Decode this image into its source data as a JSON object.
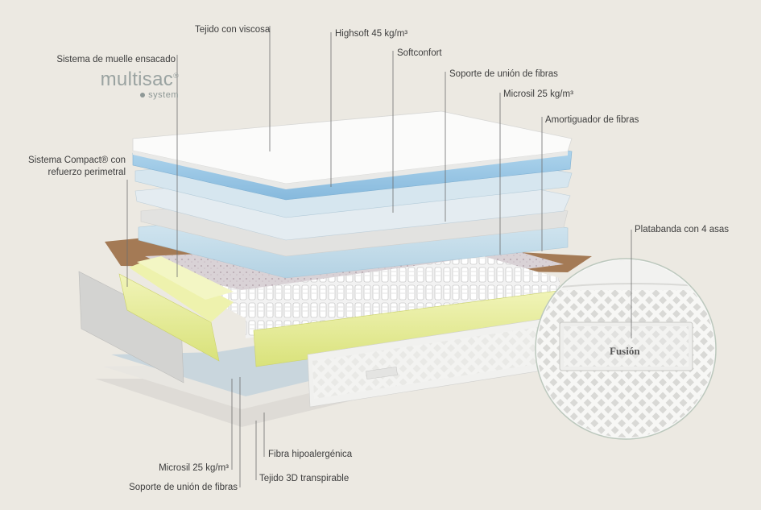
{
  "labels": {
    "tejido_viscosa": "Tejido con viscosa",
    "highsoft": "Highsoft 45 kg/m³",
    "softconfort": "Softconfort",
    "soporte_union_top": "Soporte de unión de fibras",
    "microsil_top": "Microsil 25 kg/m³",
    "amortiguador": "Amortiguador de fibras",
    "sistema_muelle": "Sistema de muelle ensacado",
    "compact_line1": "Sistema Compact® con",
    "compact_line2": "refuerzo perimetral",
    "platabanda": "Platabanda con 4 asas",
    "fibra_hipo": "Fibra hipoalergénica",
    "microsil_bottom": "Microsil 25 kg/m³",
    "tejido_3d": "Tejido 3D transpirable",
    "soporte_union_bottom": "Soporte de unión de fibras"
  },
  "brand": {
    "word": "multisac",
    "reg": "®",
    "sub": "system"
  },
  "handle_brand": "Fusión",
  "colors": {
    "background": "#ece9e2",
    "blue_foam": "#a8cfe8",
    "green_foam": "#e6ec9a",
    "wood_base": "#a47a55",
    "fabric_white": "#f4f4f2"
  }
}
